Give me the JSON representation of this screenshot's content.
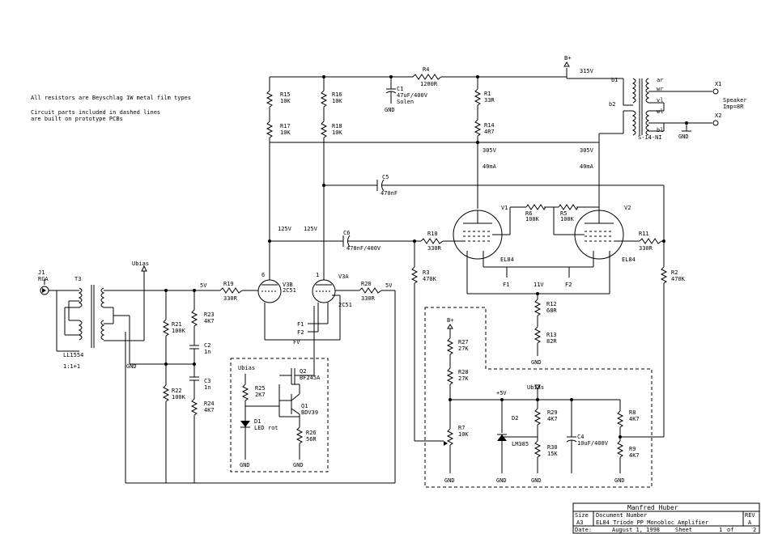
{
  "notes": {
    "line1": "All resistors are Beyschlag 1W metal film types",
    "line2": "Circuit parts included in dashed lines",
    "line3": "are built on prototype PCBs"
  },
  "input": {
    "jack": "J1",
    "jack_type": "RCA",
    "transformer": "T3",
    "transformer_part": "LL1554",
    "ratio": "1:1+1",
    "ubias": "Ubias",
    "gnd": "GND"
  },
  "supply": {
    "bplus": "B+",
    "v315": "315V",
    "r4": "R4",
    "r4_val": "1200R",
    "c1": "C1",
    "c1_val": "47uF/400V",
    "c1_make": "Solen"
  },
  "resistors": {
    "r15": "R15",
    "r15_val": "10K",
    "r17": "R17",
    "r17_val": "10K",
    "r16": "R16",
    "r16_val": "10K",
    "r18": "R18",
    "r18_val": "10K",
    "r1": "R1",
    "r1_val": "33R",
    "r14": "R14",
    "r14_val": "4R7",
    "r6": "R6",
    "r6_val": "100K",
    "r5": "R5",
    "r5_val": "100K",
    "r10": "R10",
    "r10_val": "330R",
    "r11": "R11",
    "r11_val": "330R",
    "r3": "R3",
    "r3_val": "470K",
    "r2": "R2",
    "r2_val": "470K",
    "r12": "R12",
    "r12_val": "68R",
    "r13": "R13",
    "r13_val": "82R",
    "r19": "R19",
    "r19_val": "330R",
    "r20": "R20",
    "r20_val": "330R",
    "r21": "R21",
    "r21_val": "100K",
    "r22": "R22",
    "r22_val": "100K",
    "r23": "R23",
    "r23_val": "4K7",
    "r24": "R24",
    "r24_val": "4K7",
    "r25": "R25",
    "r25_val": "2K7",
    "r26": "R26",
    "r26_val": "56R",
    "r27": "R27",
    "r27_val": "27K",
    "r28": "R28",
    "r28_val": "27K",
    "r29": "R29",
    "r29_val": "4K7",
    "r30": "R30",
    "r30_val": "15K",
    "r8": "R8",
    "r8_val": "4K7",
    "r9": "R9",
    "r9_val": "4K7",
    "r7": "R7",
    "r7_val": "10K"
  },
  "caps": {
    "c5": "C5",
    "c5_val": "470nF",
    "c6": "C6",
    "c6_val": "470nF/400V",
    "c2": "C2",
    "c2_val": "1n",
    "c3": "C3",
    "c3_val": "1n",
    "c4": "C4",
    "c4_val": "10uF/400V"
  },
  "tubes": {
    "v1": "V1",
    "v2": "V2",
    "el84": "EL84",
    "el84b": "EL84",
    "v3b": "V3B",
    "v3b_type": "2C51",
    "v3a": "V3A",
    "v3a_type": "2C51",
    "v125a": "125V",
    "v125b": "125V",
    "v305a": "305V",
    "v305b": "305V",
    "ma40a": "40mA",
    "ma40b": "40mA",
    "v5a": "5V",
    "v5b": "5V",
    "f1": "F1",
    "f2": "F2",
    "v11": "11V",
    "f1b": "F1",
    "f2b": "F2",
    "fv": "FV"
  },
  "output": {
    "b1": "b1",
    "b2": "b2",
    "ar": "ar",
    "wr": "wr",
    "vl": "vl",
    "wl": "wl",
    "bl": "bl",
    "x1": "X1",
    "x2": "X2",
    "speaker": "Speaker",
    "imp": "Imp=8R",
    "ot": "S-14-NI",
    "gnd": "GND"
  },
  "bias_board": {
    "ubias": "Ubias",
    "q2": "Q2",
    "q2_type": "BF245A",
    "q1": "Q1",
    "q1_type": "BDV39",
    "d1": "D1",
    "d1_type": "LED rot",
    "gnd1": "GND",
    "gnd2": "GND"
  },
  "reg_board": {
    "bplus": "B+",
    "v5": "+5V",
    "ubias": "Ubias",
    "d2": "D2",
    "d2_type": "LM385",
    "gnd1": "GND",
    "gnd2": "GND",
    "gnd3": "GND",
    "gnd4": "GND"
  },
  "gnd_misc": {
    "g1": "GND",
    "g2": "GND",
    "g3": "GND"
  },
  "title_block": {
    "author": "Manfred Huber",
    "size_label": "Size",
    "size_value": "A3",
    "docnum_label": "Document Number",
    "doc_title": "EL84 Triode PP Monobloc Amplifier",
    "rev_label": "REV",
    "rev_value": "A",
    "date_label": "Date:",
    "date_value": "August  1, 1998",
    "sheet_label": "Sheet",
    "sheet_value": "1",
    "of_label": "of",
    "of_value": "2"
  }
}
